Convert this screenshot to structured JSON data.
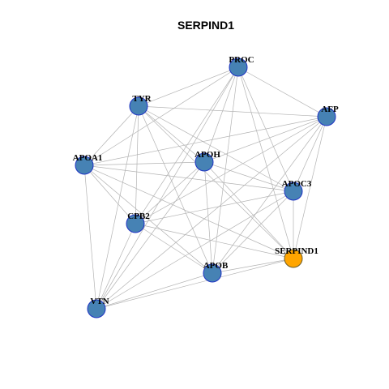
{
  "title": "SERPIND1",
  "colors": {
    "node_fill": "#4682b4",
    "node_stroke": "#1f33c4",
    "highlight_fill": "#ffa500",
    "highlight_stroke": "#6a5c2a",
    "edge": "#b3b3b3"
  },
  "nodes": [
    {
      "id": "PROC",
      "label": "PROC",
      "highlight": false
    },
    {
      "id": "TYR",
      "label": "TYR",
      "highlight": false
    },
    {
      "id": "AFP",
      "label": "AFP",
      "highlight": false
    },
    {
      "id": "APOH",
      "label": "APOH",
      "highlight": false
    },
    {
      "id": "APOA1",
      "label": "APOA1",
      "highlight": false
    },
    {
      "id": "APOC3",
      "label": "APOC3",
      "highlight": false
    },
    {
      "id": "CPB2",
      "label": "CPB2",
      "highlight": false
    },
    {
      "id": "SERPIND1",
      "label": "SERPIND1",
      "highlight": true
    },
    {
      "id": "APOB",
      "label": "APOB",
      "highlight": false
    },
    {
      "id": "VTN",
      "label": "VTN",
      "highlight": false
    }
  ],
  "edges": [
    [
      "PROC",
      "TYR"
    ],
    [
      "PROC",
      "AFP"
    ],
    [
      "PROC",
      "APOH"
    ],
    [
      "PROC",
      "APOA1"
    ],
    [
      "PROC",
      "APOC3"
    ],
    [
      "PROC",
      "CPB2"
    ],
    [
      "PROC",
      "SERPIND1"
    ],
    [
      "PROC",
      "APOB"
    ],
    [
      "PROC",
      "VTN"
    ],
    [
      "TYR",
      "AFP"
    ],
    [
      "TYR",
      "APOA1"
    ],
    [
      "TYR",
      "APOH"
    ],
    [
      "TYR",
      "APOC3"
    ],
    [
      "TYR",
      "CPB2"
    ],
    [
      "TYR",
      "SERPIND1"
    ],
    [
      "TYR",
      "APOB"
    ],
    [
      "TYR",
      "VTN"
    ],
    [
      "AFP",
      "APOH"
    ],
    [
      "AFP",
      "APOA1"
    ],
    [
      "AFP",
      "APOC3"
    ],
    [
      "AFP",
      "CPB2"
    ],
    [
      "AFP",
      "SERPIND1"
    ],
    [
      "AFP",
      "APOB"
    ],
    [
      "AFP",
      "VTN"
    ],
    [
      "APOH",
      "APOA1"
    ],
    [
      "APOH",
      "APOC3"
    ],
    [
      "APOH",
      "CPB2"
    ],
    [
      "APOH",
      "SERPIND1"
    ],
    [
      "APOH",
      "APOB"
    ],
    [
      "APOH",
      "VTN"
    ],
    [
      "APOA1",
      "APOC3"
    ],
    [
      "APOA1",
      "CPB2"
    ],
    [
      "APOA1",
      "SERPIND1"
    ],
    [
      "APOA1",
      "APOB"
    ],
    [
      "APOA1",
      "VTN"
    ],
    [
      "APOC3",
      "CPB2"
    ],
    [
      "APOC3",
      "SERPIND1"
    ],
    [
      "APOC3",
      "APOB"
    ],
    [
      "APOC3",
      "VTN"
    ],
    [
      "CPB2",
      "SERPIND1"
    ],
    [
      "CPB2",
      "APOB"
    ],
    [
      "CPB2",
      "VTN"
    ],
    [
      "SERPIND1",
      "APOB"
    ],
    [
      "SERPIND1",
      "VTN"
    ],
    [
      "APOB",
      "VTN"
    ]
  ]
}
